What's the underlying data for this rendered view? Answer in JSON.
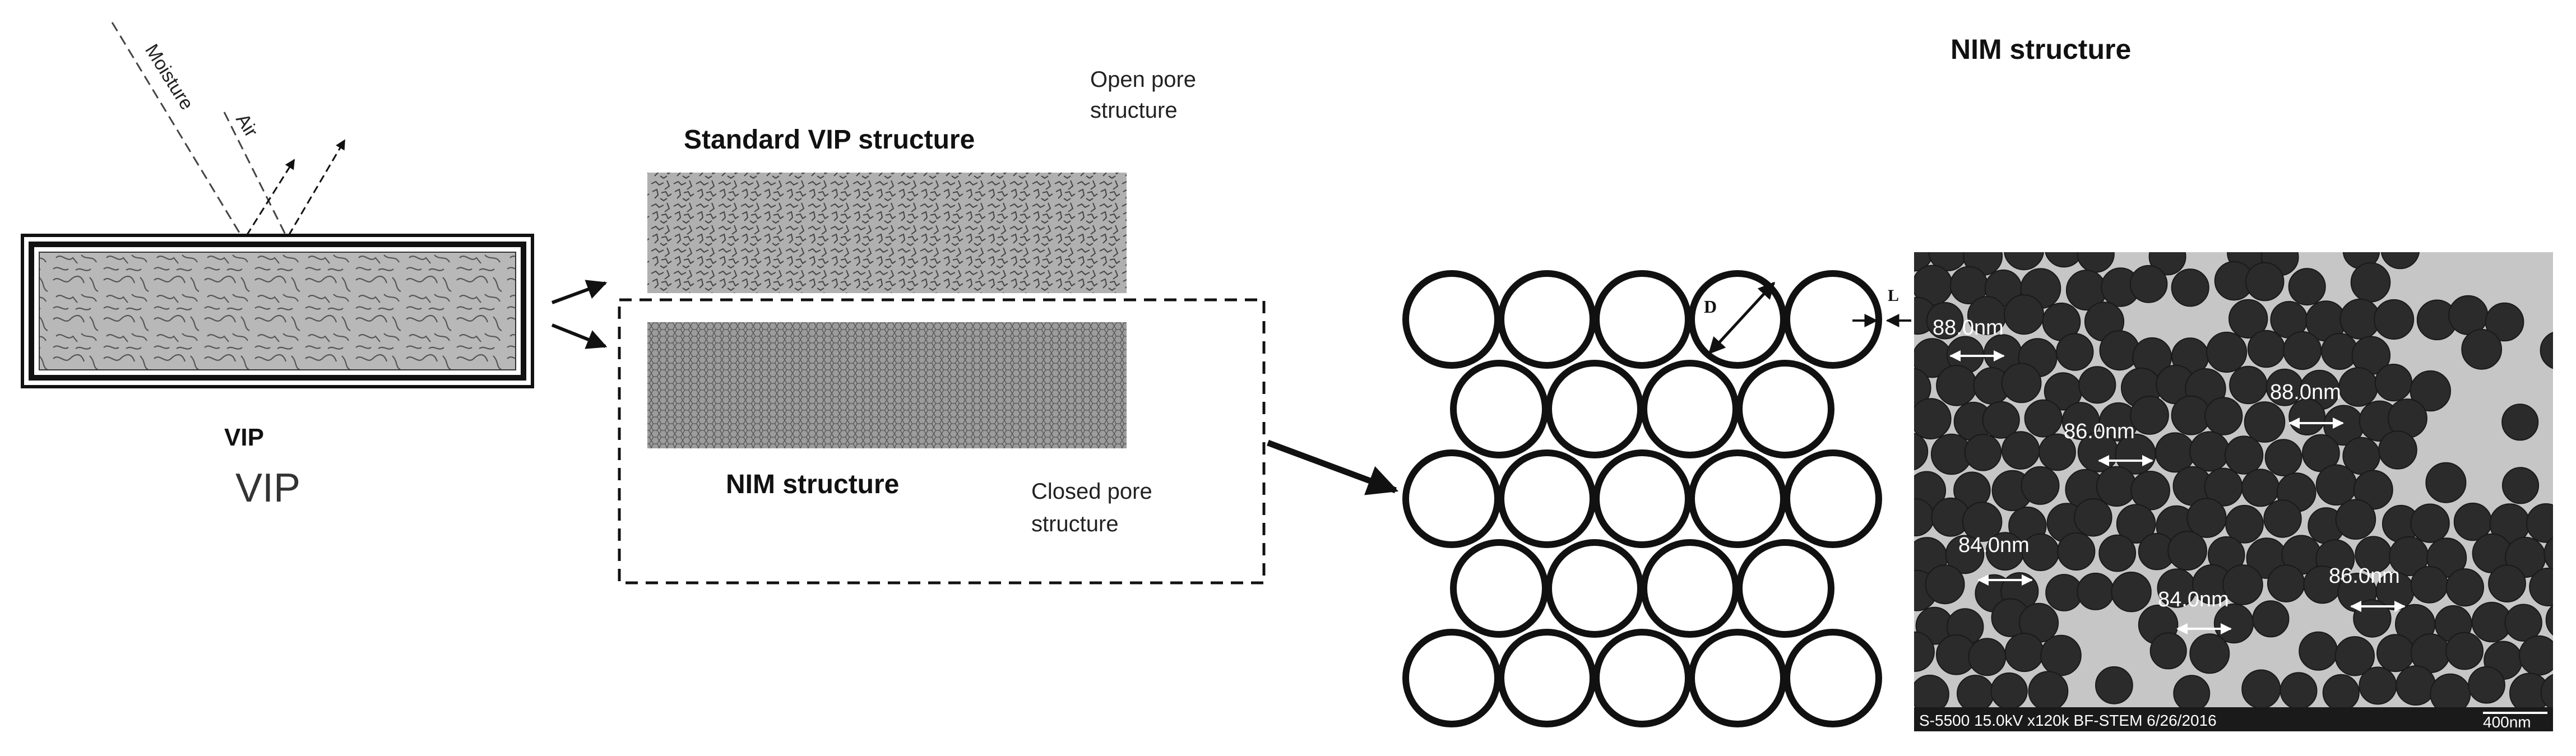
{
  "vip_panel": {
    "moisture_label": "Moisture",
    "air_label": "Air",
    "caption_bold": "VIP",
    "caption_plain": "VIP"
  },
  "middle_panel": {
    "standard_title": "Standard VIP structure",
    "open_pore_line1": "Open pore",
    "open_pore_line2": "structure",
    "nim_title": "NIM structure",
    "closed_pore_line1": "Closed pore",
    "closed_pore_line2": "structure"
  },
  "right_panel": {
    "title": "NIM structure",
    "diameter_symbol": "D",
    "gap_symbol": "L"
  },
  "micrograph": {
    "measurements": [
      "88.0nm",
      "88.0nm",
      "86.0nm",
      "84.0nm",
      "84.0nm",
      "86.0nm"
    ],
    "info_bar": "S-5500 15.0kV x120k BF-STEM 6/26/2016",
    "scale_label": "400nm"
  },
  "colors": {
    "background": "#ffffff",
    "ink": "#111111",
    "pore_fill": "#a8a8a8",
    "pore_line": "#555555",
    "micrograph_bg": "#c6c6c6",
    "particle": "#2a2a2a"
  }
}
